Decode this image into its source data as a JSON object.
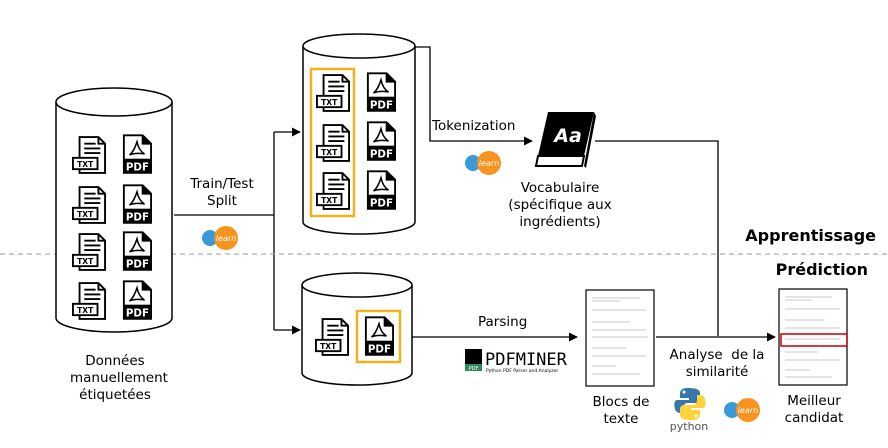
{
  "labels": {
    "donnees": [
      "Données",
      "manuellement",
      "étiquetées"
    ],
    "train_test": [
      "Train/Test",
      "Split"
    ],
    "tokenization": "Tokenization",
    "vocabulaire": [
      "Vocabulaire",
      "(spécifique aux",
      "ingrédients)"
    ],
    "parsing": "Parsing",
    "blocs": [
      "Blocs de",
      "texte"
    ],
    "analyse": [
      "Analyse  de la",
      "similarité"
    ],
    "meilleur": [
      "Meilleur",
      "candidat"
    ],
    "apprentissage": "Apprentissage",
    "prediction": "Prédiction"
  },
  "icons": {
    "txt": "TXT",
    "pdf": "PDF",
    "book_letters": "Aa",
    "sklearn": "learn",
    "pdfminer": "PDFMINER",
    "pdfminer_sub": "Python PDF Parser and Analyzer",
    "pdfminer_badge": "PDF",
    "python": "python"
  },
  "colors": {
    "highlight_box": "#f2b21b",
    "sklearn_blue": "#3a9ad9",
    "sklearn_orange": "#f7931e",
    "selected_block": "#c00000",
    "python_blue": "#3776ab",
    "python_yellow": "#ffd43b"
  }
}
